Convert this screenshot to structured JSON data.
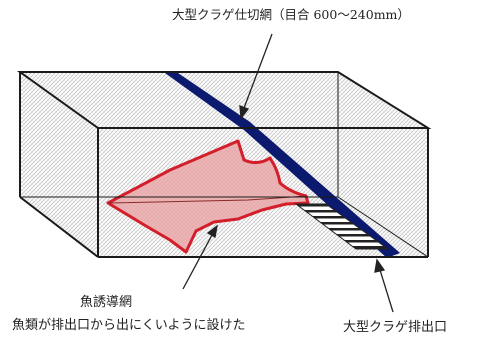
{
  "labels": {
    "divider_net": "大型クラゲ仕切網（目合 600～240mm）",
    "fish_guide_net": "魚誘導網",
    "fish_guide_note": "魚類が排出口から出にくいように設けた",
    "jellyfish_outlet": "大型クラゲ排出口"
  },
  "colors": {
    "mesh": "#bdbdbd",
    "frame": "#1a1a1a",
    "divider_net": "#0b1a6e",
    "guide_net_fill": "#e9a7a7",
    "guide_net_outline": "#d21f2b",
    "outlet_stripes": "#222222"
  }
}
